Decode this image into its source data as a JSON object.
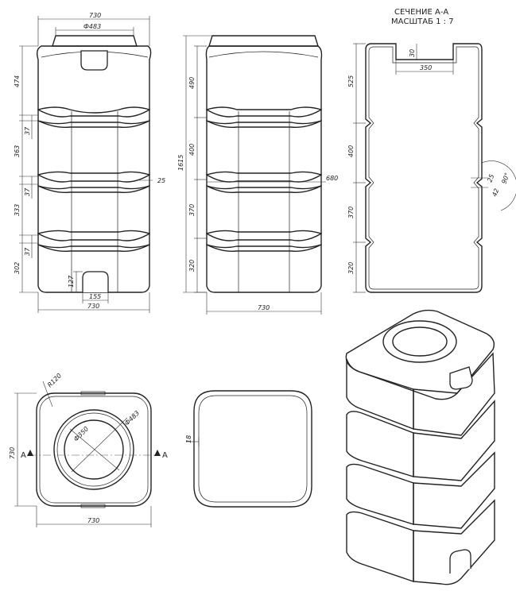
{
  "section_title": "СЕЧЕНИЕ А-А",
  "scale": "МАСШТАБ 1 : 7",
  "front_view": {
    "width_top": "730",
    "neck_diameter": "Ф483",
    "h1": "474",
    "h2": "37",
    "h3": "363",
    "h4": "37",
    "h5": "333",
    "h6": "37",
    "h7": "302",
    "rib_depth": "25",
    "hatch_height": "127",
    "hatch_width": "155",
    "width_bottom": "730"
  },
  "side_view": {
    "total_height": "1615",
    "s1": "490",
    "s2": "400",
    "s3": "370",
    "s4": "320",
    "mid_width": "680",
    "width": "730"
  },
  "section_view": {
    "neck_depth": "30",
    "neck_width": "350",
    "s1": "525",
    "s2": "400",
    "s3": "370",
    "s4": "320",
    "groove_depth": "25",
    "groove_height": "42",
    "groove_angle": "90°"
  },
  "top_view": {
    "corner_radius": "R120",
    "inner_diameter": "Ф350",
    "outer_diameter": "Ф483",
    "section_mark_left": "A",
    "section_mark_right": "A",
    "height": "730",
    "width": "730"
  },
  "cross_section_view": {
    "wall": "18"
  }
}
